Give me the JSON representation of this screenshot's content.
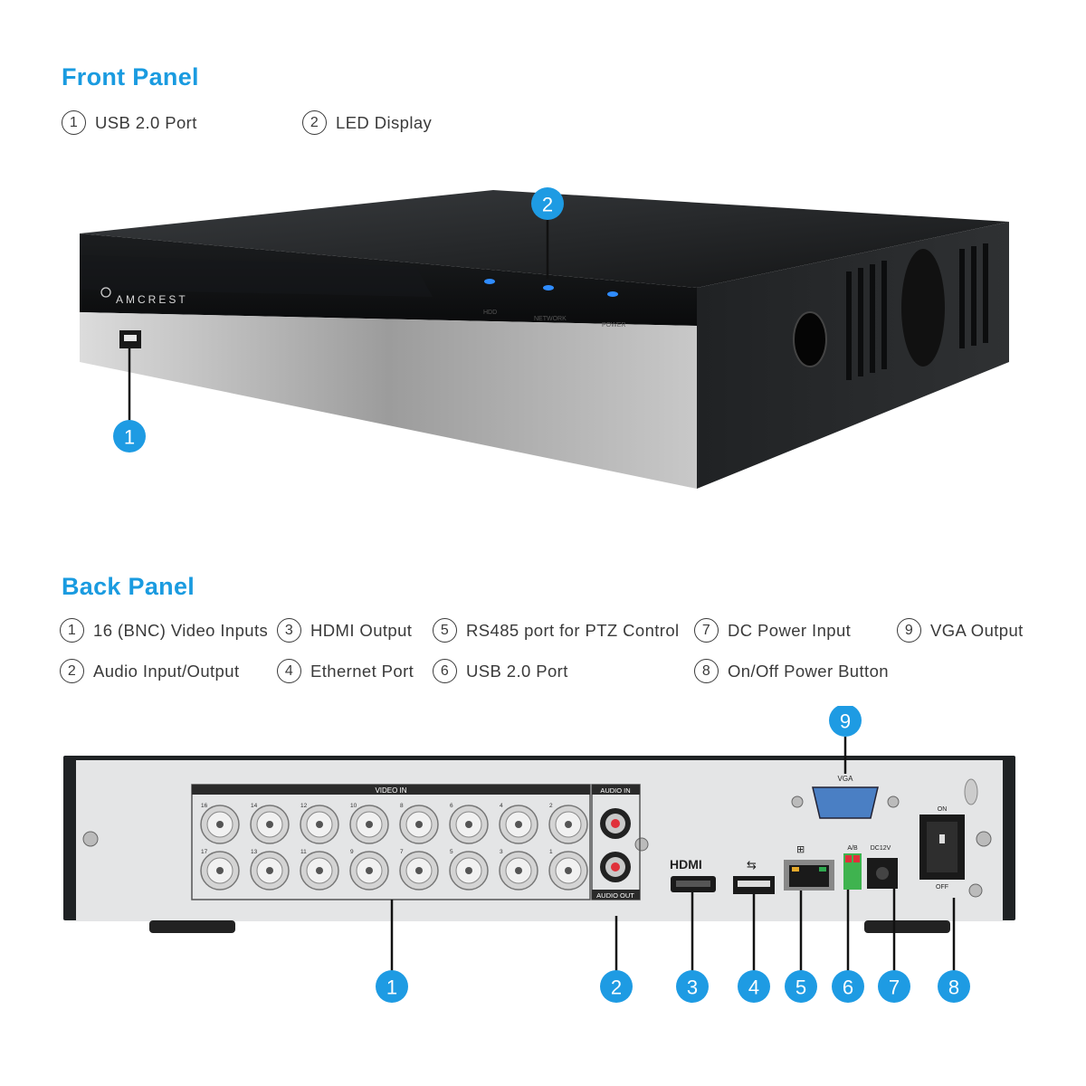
{
  "front": {
    "title": "Front Panel",
    "items": [
      {
        "num": "1",
        "label": "USB 2.0 Port"
      },
      {
        "num": "2",
        "label": "LED Display"
      }
    ],
    "brand": "AMCREST",
    "leds": [
      "HDD",
      "NETWORK",
      "POWER"
    ]
  },
  "back": {
    "title": "Back Panel",
    "items": [
      {
        "num": "1",
        "label": "16 (BNC) Video Inputs"
      },
      {
        "num": "2",
        "label": "Audio Input/Output"
      },
      {
        "num": "3",
        "label": "HDMI Output"
      },
      {
        "num": "4",
        "label": "Ethernet Port"
      },
      {
        "num": "5",
        "label": "RS485 port for PTZ Control"
      },
      {
        "num": "6",
        "label": "USB 2.0 Port"
      },
      {
        "num": "7",
        "label": "DC Power Input"
      },
      {
        "num": "8",
        "label": "On/Off Power Button"
      },
      {
        "num": "9",
        "label": "VGA Output"
      }
    ],
    "panel_labels": {
      "video_in": "VIDEO IN",
      "audio_in": "AUDIO IN",
      "audio_out": "AUDIO OUT",
      "vga": "VGA",
      "hdmi": "HDMI",
      "ab": "A/B",
      "dc": "DC12V",
      "on": "ON",
      "off": "OFF"
    },
    "bnc_top": [
      "16",
      "14",
      "12",
      "10",
      "8",
      "6",
      "4",
      "2"
    ],
    "bnc_bottom": [
      "17",
      "13",
      "11",
      "9",
      "7",
      "5",
      "3",
      "1"
    ]
  },
  "colors": {
    "accent": "#1e9be3",
    "chassis": "#1f2224",
    "panel": "#e4e5e6"
  }
}
